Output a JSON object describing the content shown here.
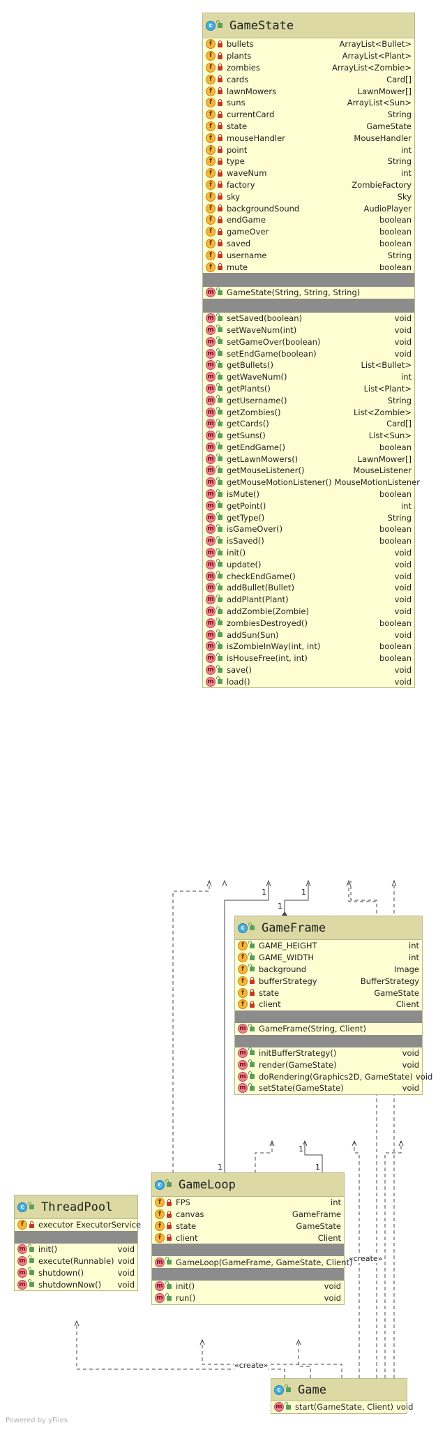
{
  "classes": {
    "gamestate": {
      "name": "GameState",
      "fields": [
        {
          "name": "bullets",
          "type": "ArrayList<Bullet>",
          "vis": "priv"
        },
        {
          "name": "plants",
          "type": "ArrayList<Plant>",
          "vis": "priv"
        },
        {
          "name": "zombies",
          "type": "ArrayList<Zombie>",
          "vis": "priv"
        },
        {
          "name": "cards",
          "type": "Card[]",
          "vis": "priv"
        },
        {
          "name": "lawnMowers",
          "type": "LawnMower[]",
          "vis": "priv"
        },
        {
          "name": "suns",
          "type": "ArrayList<Sun>",
          "vis": "priv"
        },
        {
          "name": "currentCard",
          "type": "String",
          "vis": "priv"
        },
        {
          "name": "state",
          "type": "GameState",
          "vis": "priv"
        },
        {
          "name": "mouseHandler",
          "type": "MouseHandler",
          "vis": "priv"
        },
        {
          "name": "point",
          "type": "int",
          "vis": "priv"
        },
        {
          "name": "type",
          "type": "String",
          "vis": "priv"
        },
        {
          "name": "waveNum",
          "type": "int",
          "vis": "priv"
        },
        {
          "name": "factory",
          "type": "ZombieFactory",
          "vis": "priv"
        },
        {
          "name": "sky",
          "type": "Sky",
          "vis": "priv"
        },
        {
          "name": "backgroundSound",
          "type": "AudioPlayer",
          "vis": "priv"
        },
        {
          "name": "endGame",
          "type": "boolean",
          "vis": "priv"
        },
        {
          "name": "gameOver",
          "type": "boolean",
          "vis": "priv"
        },
        {
          "name": "saved",
          "type": "boolean",
          "vis": "priv"
        },
        {
          "name": "username",
          "type": "String",
          "vis": "priv"
        },
        {
          "name": "mute",
          "type": "boolean",
          "vis": "priv"
        }
      ],
      "constructors": [
        {
          "name": "GameState(String, String, String)",
          "type": ""
        }
      ],
      "methods": [
        {
          "name": "setSaved(boolean)",
          "type": "void"
        },
        {
          "name": "setWaveNum(int)",
          "type": "void"
        },
        {
          "name": "setGameOver(boolean)",
          "type": "void"
        },
        {
          "name": "setEndGame(boolean)",
          "type": "void"
        },
        {
          "name": "getBullets()",
          "type": "List<Bullet>"
        },
        {
          "name": "getWaveNum()",
          "type": "int"
        },
        {
          "name": "getPlants()",
          "type": "List<Plant>"
        },
        {
          "name": "getUsername()",
          "type": "String"
        },
        {
          "name": "getZombies()",
          "type": "List<Zombie>"
        },
        {
          "name": "getCards()",
          "type": "Card[]"
        },
        {
          "name": "getSuns()",
          "type": "List<Sun>"
        },
        {
          "name": "getEndGame()",
          "type": "boolean"
        },
        {
          "name": "getLawnMowers()",
          "type": "LawnMower[]"
        },
        {
          "name": "getMouseListener()",
          "type": "MouseListener"
        },
        {
          "name": "getMouseMotionListener()",
          "type": "MouseMotionListener"
        },
        {
          "name": "isMute()",
          "type": "boolean"
        },
        {
          "name": "getPoint()",
          "type": "int"
        },
        {
          "name": "getType()",
          "type": "String"
        },
        {
          "name": "isGameOver()",
          "type": "boolean"
        },
        {
          "name": "isSaved()",
          "type": "boolean"
        },
        {
          "name": "init()",
          "type": "void"
        },
        {
          "name": "update()",
          "type": "void"
        },
        {
          "name": "checkEndGame()",
          "type": "void"
        },
        {
          "name": "addBullet(Bullet)",
          "type": "void"
        },
        {
          "name": "addPlant(Plant)",
          "type": "void"
        },
        {
          "name": "addZombie(Zombie)",
          "type": "void"
        },
        {
          "name": "zombiesDestroyed()",
          "type": "boolean"
        },
        {
          "name": "addSun(Sun)",
          "type": "void"
        },
        {
          "name": "isZombieInWay(int, int)",
          "type": "boolean"
        },
        {
          "name": "isHouseFree(int, int)",
          "type": "boolean"
        },
        {
          "name": "save()",
          "type": "void"
        },
        {
          "name": "load()",
          "type": "void"
        }
      ]
    },
    "gameframe": {
      "name": "GameFrame",
      "fields": [
        {
          "name": "GAME_HEIGHT",
          "type": "int",
          "vis": "pub",
          "static": true
        },
        {
          "name": "GAME_WIDTH",
          "type": "int",
          "vis": "pub",
          "static": true
        },
        {
          "name": "background",
          "type": "Image",
          "vis": "pub"
        },
        {
          "name": "bufferStrategy",
          "type": "BufferStrategy",
          "vis": "priv"
        },
        {
          "name": "state",
          "type": "GameState",
          "vis": "priv"
        },
        {
          "name": "client",
          "type": "Client",
          "vis": "priv"
        }
      ],
      "constructors": [
        {
          "name": "GameFrame(String, Client)",
          "type": ""
        }
      ],
      "methods": [
        {
          "name": "initBufferStrategy()",
          "type": "void"
        },
        {
          "name": "render(GameState)",
          "type": "void"
        },
        {
          "name": "doRendering(Graphics2D, GameState)",
          "type": "void"
        },
        {
          "name": "setState(GameState)",
          "type": "void"
        }
      ]
    },
    "gameloop": {
      "name": "GameLoop",
      "fields": [
        {
          "name": "FPS",
          "type": "int",
          "vis": "priv",
          "static": true
        },
        {
          "name": "canvas",
          "type": "GameFrame",
          "vis": "priv"
        },
        {
          "name": "state",
          "type": "GameState",
          "vis": "priv"
        },
        {
          "name": "client",
          "type": "Client",
          "vis": "priv"
        }
      ],
      "constructors": [
        {
          "name": "GameLoop(GameFrame, GameState, Client)",
          "type": ""
        }
      ],
      "methods": [
        {
          "name": "init()",
          "type": "void"
        },
        {
          "name": "run()",
          "type": "void"
        }
      ]
    },
    "threadpool": {
      "name": "ThreadPool",
      "fields": [
        {
          "name": "executor",
          "type": "ExecutorService",
          "vis": "priv",
          "static": true,
          "inline": true
        }
      ],
      "constructors": [],
      "methods": [
        {
          "name": "init()",
          "type": "void"
        },
        {
          "name": "execute(Runnable)",
          "type": "void"
        },
        {
          "name": "shutdown()",
          "type": "void"
        },
        {
          "name": "shutdownNow()",
          "type": "void"
        }
      ]
    },
    "game": {
      "name": "Game",
      "fields": [],
      "constructors": [],
      "methods": [
        {
          "name": "start(GameState, Client)",
          "type": "void"
        }
      ]
    }
  },
  "labels": {
    "create1": "«create»",
    "create2": "«create»",
    "mult_gs_a": "1",
    "mult_gs_b": "1",
    "mult_gs_c": "1",
    "mult_gf_a": "1",
    "mult_gf_b": "1",
    "mult_gl": "1"
  },
  "footer": "Powered by yFiles",
  "colors": {
    "header": "#dcd9a5",
    "body": "#fefed2",
    "separator": "#8c8c8c",
    "edge": "#444444"
  }
}
